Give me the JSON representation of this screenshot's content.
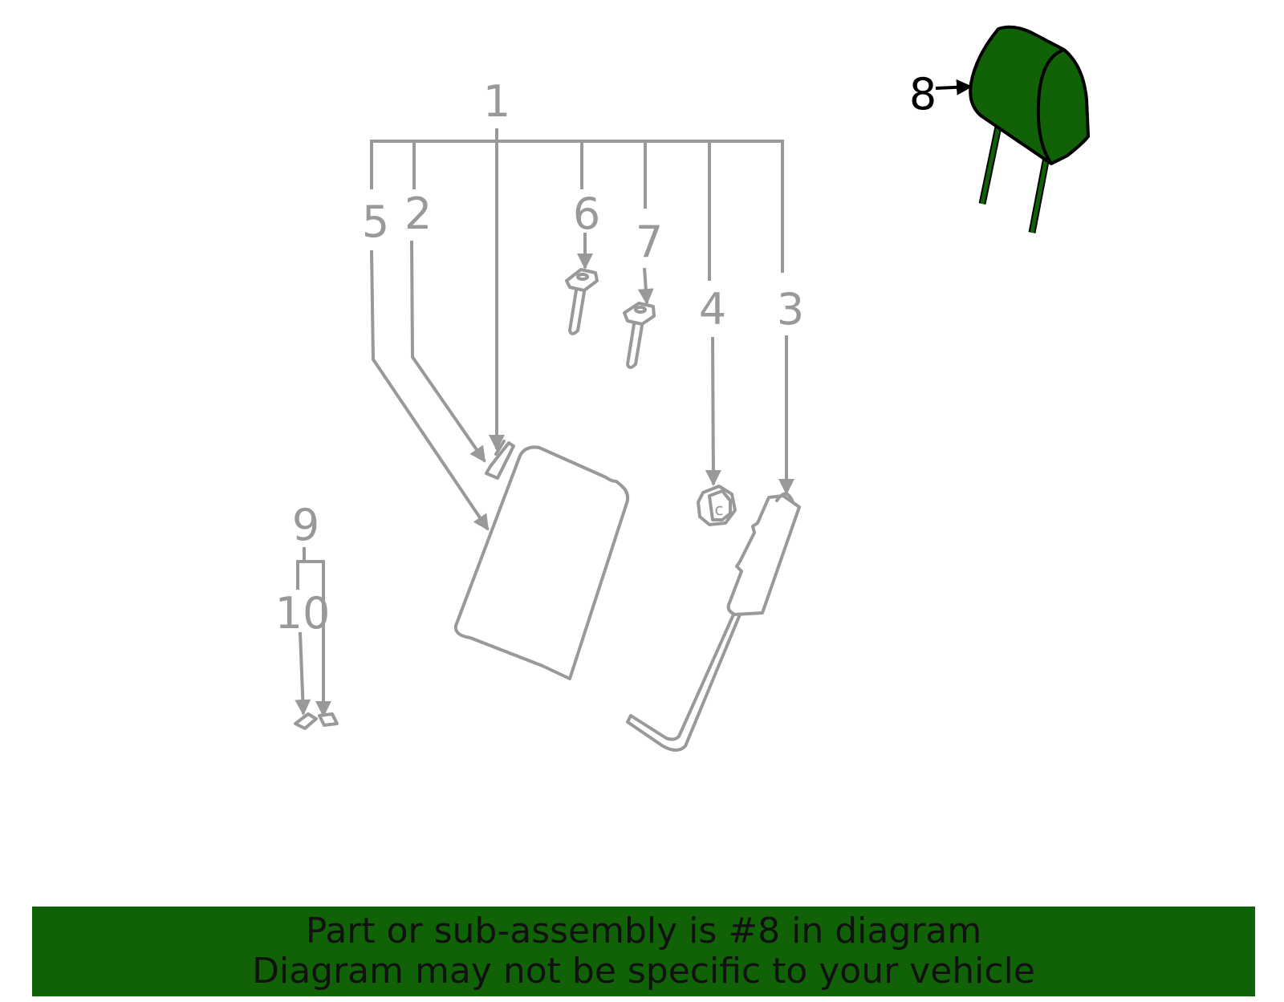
{
  "colors": {
    "highlight": "#116207",
    "line_gray": "#999999",
    "text_dark": "#000000"
  },
  "callouts": {
    "c1": "1",
    "c2": "2",
    "c3": "3",
    "c4": "4",
    "c5": "5",
    "c6": "6",
    "c7": "7",
    "c8": "8",
    "c9": "9",
    "c10": "10"
  },
  "highlighted_part": "8",
  "banner": {
    "line1": "Part or sub-assembly is #8 in diagram",
    "line2": "Diagram may not be specific to your vehicle"
  }
}
